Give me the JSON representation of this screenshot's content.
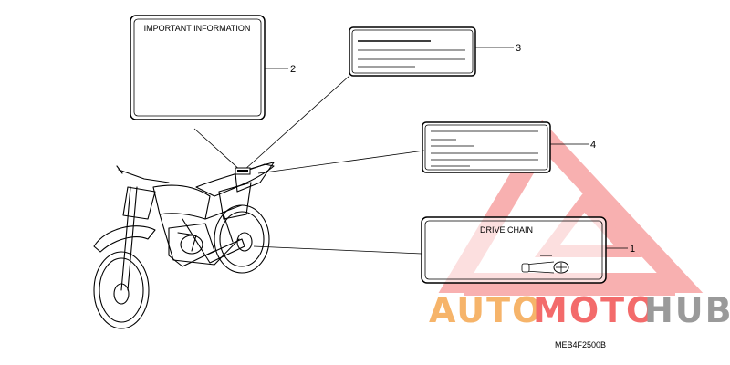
{
  "labels": {
    "important": "IMPORTANT INFORMATION",
    "drive_chain": "DRIVE CHAIN"
  },
  "callouts": [
    "1",
    "2",
    "3",
    "4"
  ],
  "part_code": "MEB4F2500B",
  "watermark": {
    "word_part1": "AUTO",
    "word_part2": "MOTO",
    "word_part3": "HUB",
    "colors": {
      "orange": "#f6b46a",
      "red": "#f36b6b",
      "gray": "#9a9a9a"
    }
  }
}
